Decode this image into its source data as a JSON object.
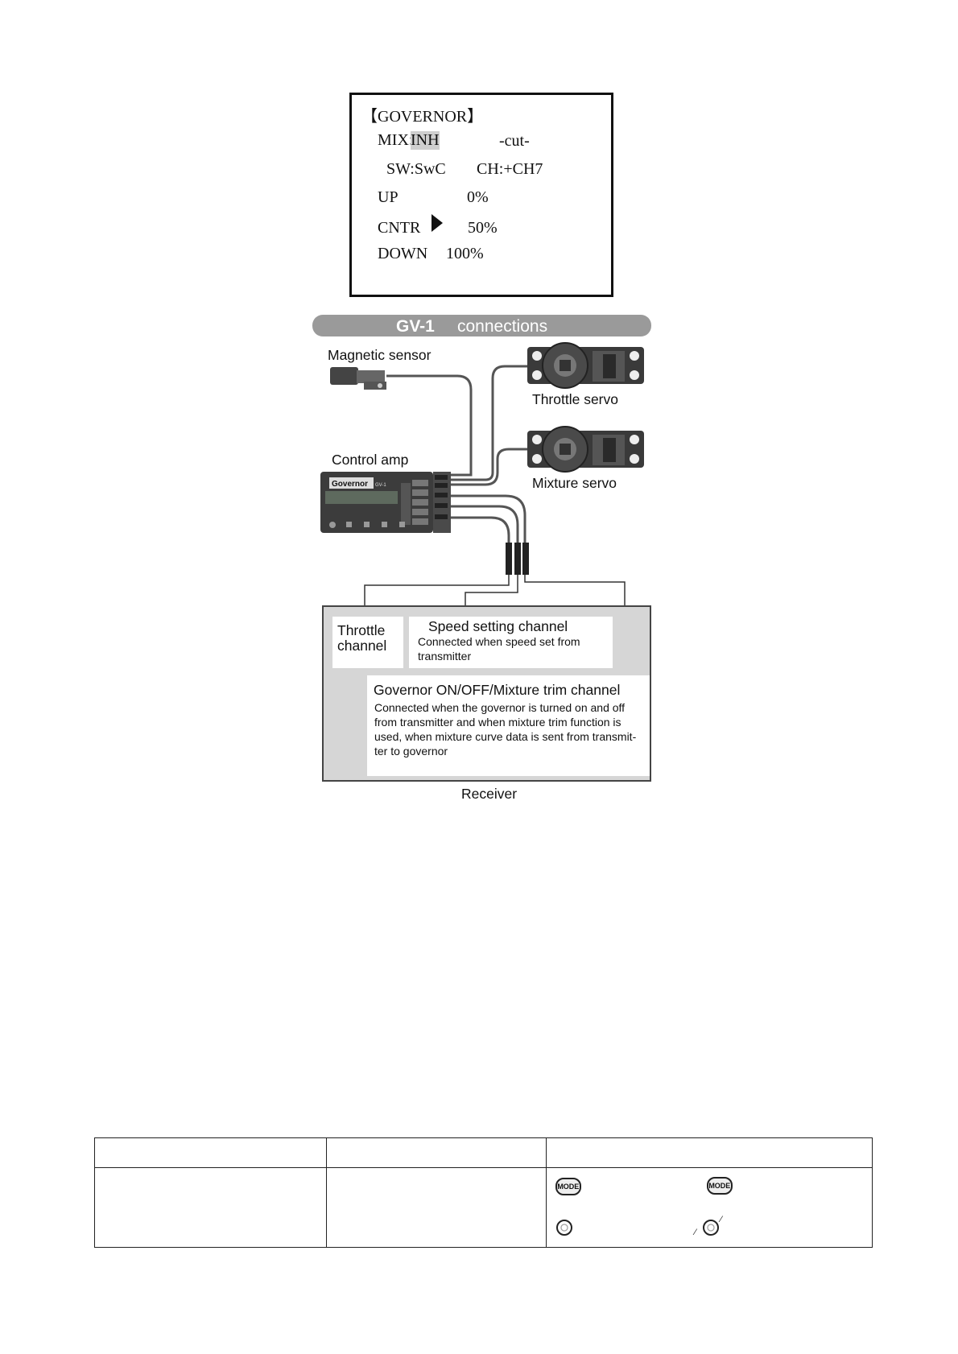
{
  "lcd": {
    "title": "【GOVERNOR】",
    "mix_label": "MIX:",
    "mix_value": "INH",
    "cut": "-cut-",
    "sw": "SW:SwC",
    "ch": "CH:+CH7",
    "rows": [
      {
        "label": "UP",
        "value": "0%"
      },
      {
        "label": "CNTR",
        "value": "50%"
      },
      {
        "label": "DOWN",
        "value": "100%"
      }
    ]
  },
  "diagram": {
    "banner": {
      "part1": "GV-1",
      "part2": "connections"
    },
    "magnetic_sensor": "Magnetic sensor",
    "throttle_servo": "Throttle servo",
    "mixture_servo": "Mixture servo",
    "control_amp": "Control amp",
    "amp_brand": "Governor",
    "amp_model": "GV-1",
    "receiver": "Receiver",
    "throttle_channel": [
      "Throttle",
      "channel"
    ],
    "speed_setting": {
      "title": "Speed setting channel",
      "desc_lines": [
        "Connected when speed set from",
        "transmitter"
      ]
    },
    "governor_channel": {
      "title": "Governor ON/OFF/Mixture trim channel",
      "desc_lines": [
        "Connected when the governor is turned on and off",
        "from transmitter and when mixture trim function is",
        "used, when mixture curve data is sent from transmit-",
        "ter to governor"
      ]
    }
  },
  "table": {
    "mode_key": "MODE",
    "icons": [
      "mode-key-icon",
      "dial-icon",
      "dial-rotate-icon"
    ]
  }
}
